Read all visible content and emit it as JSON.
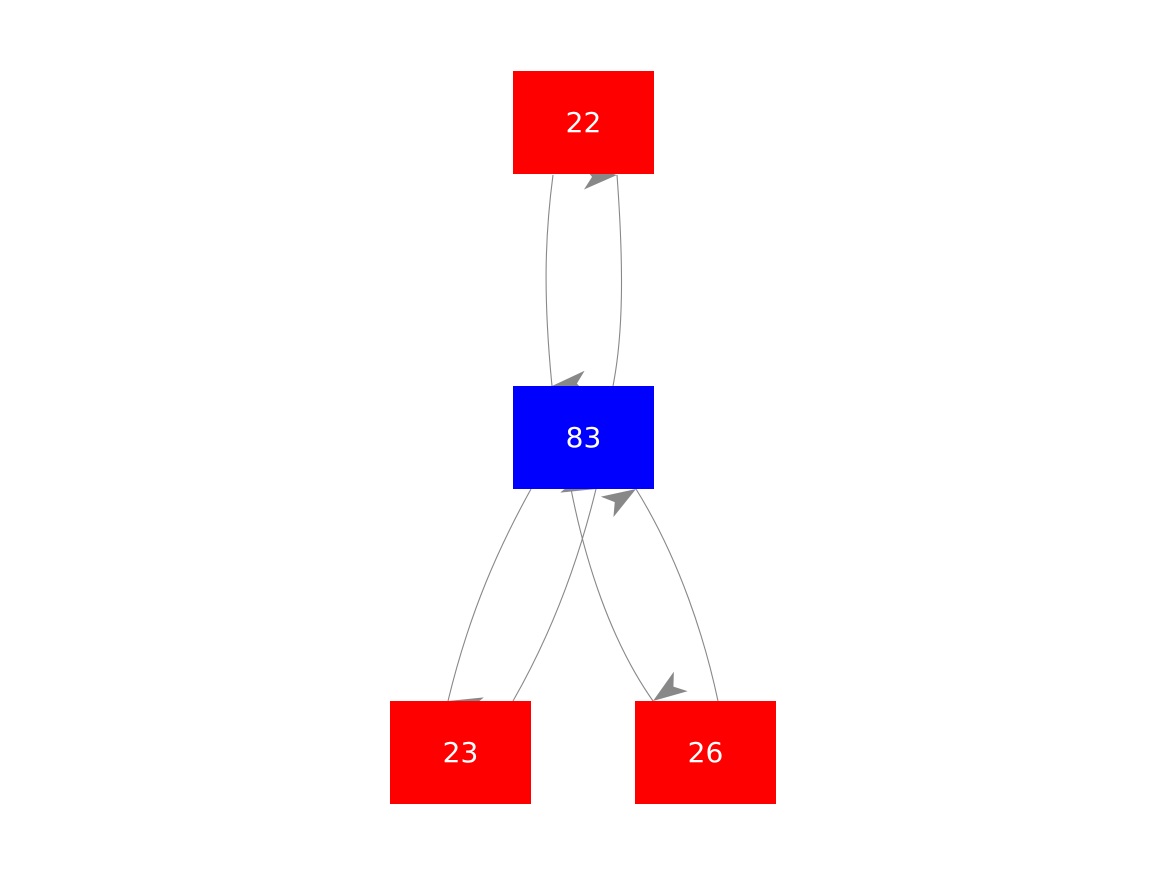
{
  "colors": {
    "background": "#ffffff",
    "edge": "#888888",
    "label": "#ffffff"
  },
  "nodes": [
    {
      "id": "n22",
      "label": "22",
      "color": "#ff0000"
    },
    {
      "id": "n83",
      "label": "83",
      "color": "#0000ff"
    },
    {
      "id": "n23",
      "label": "23",
      "color": "#ff0000"
    },
    {
      "id": "n26",
      "label": "26",
      "color": "#ff0000"
    }
  ],
  "edges": [
    {
      "from": "n22",
      "to": "n83"
    },
    {
      "from": "n83",
      "to": "n22"
    },
    {
      "from": "n83",
      "to": "n23"
    },
    {
      "from": "n23",
      "to": "n83"
    },
    {
      "from": "n83",
      "to": "n26"
    },
    {
      "from": "n26",
      "to": "n83"
    }
  ]
}
